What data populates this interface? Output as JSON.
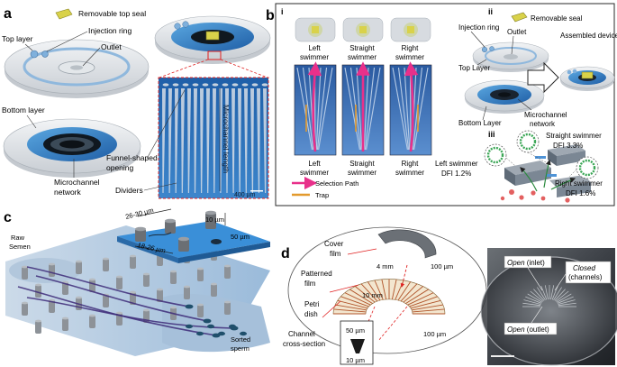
{
  "panel_letters": {
    "a": "a",
    "b": "b",
    "c": "c",
    "d": "d"
  },
  "panel_a": {
    "removable_top_seal": "Removable top seal",
    "top_layer": "Top layer",
    "injection_ring": "Injection ring",
    "outlet": "Outlet",
    "bottom_layer": "Bottom layer",
    "microchannel_network_1": "Microchannel",
    "microchannel_network_2": "network",
    "funnel_1": "Funnel-shaped",
    "funnel_2": "opening",
    "microchannel_length": "Microchannel length",
    "dividers": "Dividers",
    "scale_bar": "400 µm"
  },
  "panel_b": {
    "sub_i": "i",
    "sub_ii": "ii",
    "sub_iii": "iii",
    "swimmers_top": [
      {
        "l1": "Left",
        "l2": "swimmer"
      },
      {
        "l1": "Straight",
        "l2": "swimmer"
      },
      {
        "l1": "Right",
        "l2": "swimmer"
      }
    ],
    "swimmers_bottom": [
      {
        "l1": "Left",
        "l2": "swimmer"
      },
      {
        "l1": "Straight",
        "l2": "swimmer"
      },
      {
        "l1": "Right",
        "l2": "swimmer"
      }
    ],
    "selection_path": "Selection Path",
    "trap": "Trap",
    "removable_seal": "Removable seal",
    "injection_ring": "Injection ring",
    "outlet": "Outlet",
    "top_layer": "Top Layer",
    "assembled_device": "Assembled device",
    "bottom_layer": "Bottom Layer",
    "microchannel_1": "Microchannel",
    "microchannel_2": "network",
    "straight_swimmer": "Straight swimmer",
    "straight_dfi": "DFI 3.3%",
    "left_swimmer": "Left swimmer",
    "left_dfi": "DFI 1.2%",
    "right_swimmer": "Right swimmer",
    "right_dfi": "DFI 1.6%"
  },
  "panel_c": {
    "raw_1": "Raw",
    "raw_2": "Semen",
    "dim_26_30": "26-30 µm",
    "dim_10": "10 µm",
    "dim_50": "50 µm",
    "dim_18_26": "18-26 µm",
    "sorted_1": "Sorted",
    "sorted_2": "sperm"
  },
  "panel_d": {
    "cover_1": "Cover",
    "cover_2": "film",
    "dim_4mm": "4 mm",
    "dim_100_top": "100 µm",
    "patterned_1": "Patterned",
    "patterned_2": "film",
    "dim_10mm": "10 mm",
    "petri_1": "Petri",
    "petri_2": "dish",
    "dim_100_bottom": "100 µm",
    "channel_1": "Channel",
    "channel_2": "cross-section",
    "dim_50": "50 µm",
    "dim_10": "10 µm",
    "photo_open_inlet_italic": "Open",
    "photo_open_inlet_rest": " (inlet)",
    "photo_closed_italic": "Closed",
    "photo_closed_rest": "(channels)",
    "photo_open_outlet_italic": "Open",
    "photo_open_outlet_rest": " (outlet)"
  },
  "colors": {
    "chip_blue": "#3d8fd1",
    "dark_blue": "#1c5fa8",
    "pink_path": "#e8308a",
    "trap_orange": "#e39a2d",
    "seal_yellow": "#d9d24a"
  }
}
